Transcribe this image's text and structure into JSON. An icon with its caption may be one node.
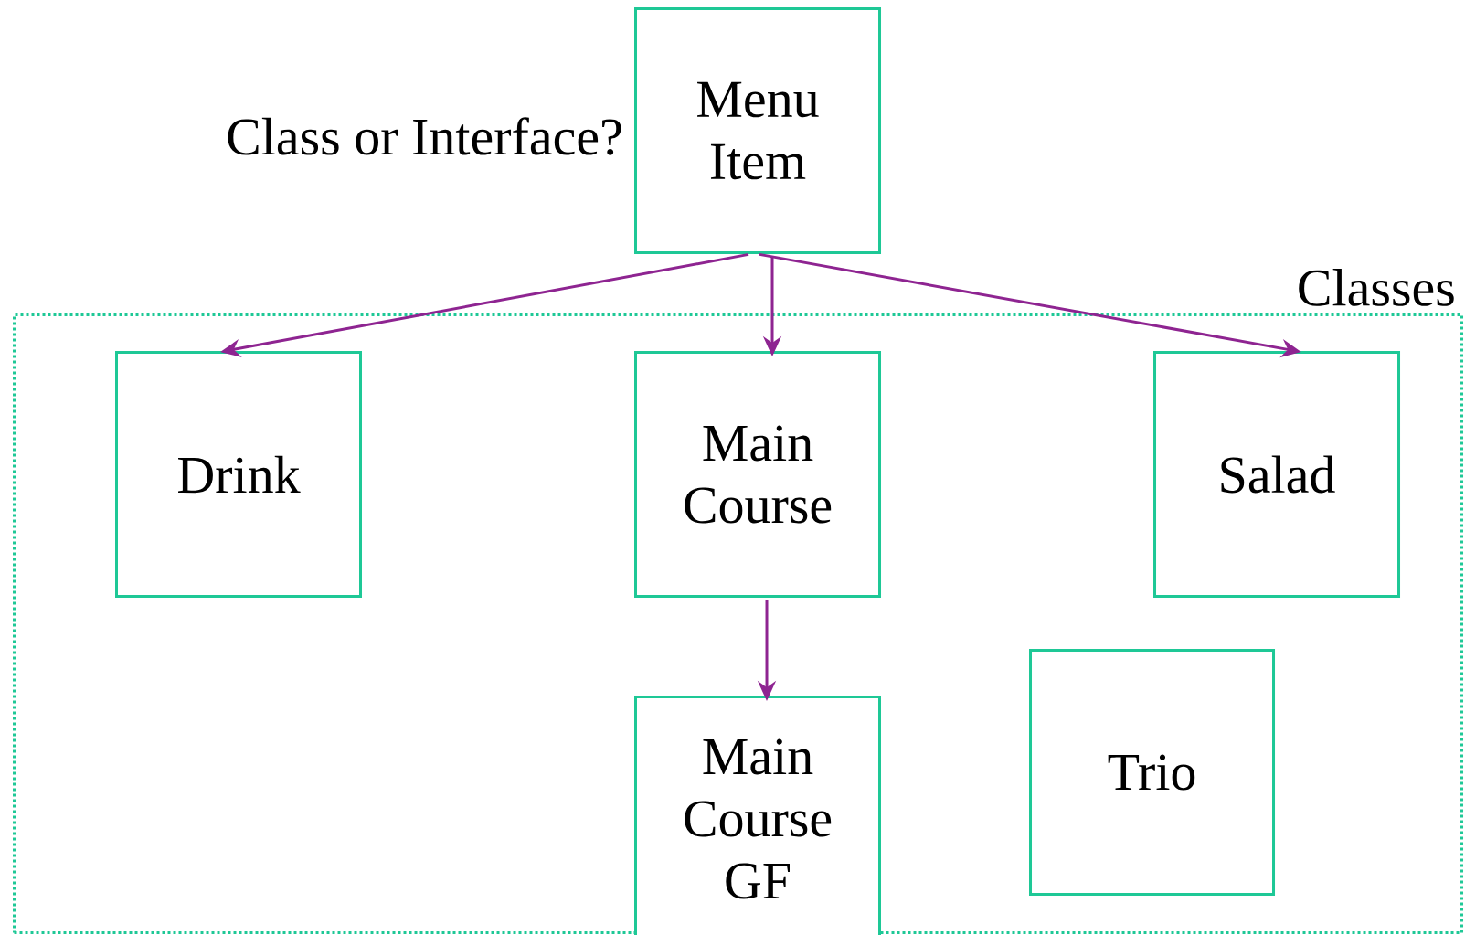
{
  "diagram": {
    "nodes": [
      {
        "text": [
          "Menu Item"
        ],
        "beside": [
          "Class or Interface?"
        ]
      },
      {
        "text": [
          "Classes"
        ]
      },
      {
        "text": [
          "Drink"
        ],
        "in": 1
      },
      {
        "text": [
          "Main Course"
        ],
        "in": 1
      },
      {
        "text": [
          "Salad"
        ],
        "in": 1
      },
      {
        "text": [
          "Main Course GF"
        ],
        "in": 1
      },
      {
        "text": [
          "Trio"
        ],
        "in": 1
      }
    ],
    "edges": [
      {
        "from": 0,
        "to": 2,
        "arrow": "to"
      },
      {
        "from": 0,
        "to": 3,
        "arrow": "to"
      },
      {
        "from": 0,
        "to": 4,
        "arrow": "to"
      },
      {
        "from": 3,
        "to": 5,
        "arrow": "to"
      }
    ]
  }
}
